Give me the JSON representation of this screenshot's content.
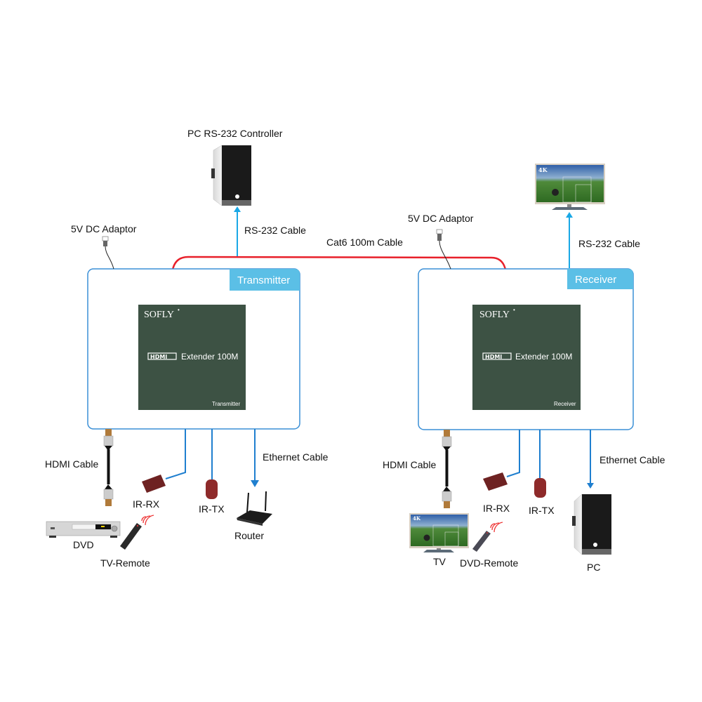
{
  "colors": {
    "box_border": "#3a8fd6",
    "tab_fill": "#5bbfe6",
    "panel_fill": "#3d5244",
    "cat6_cable": "#e8202a",
    "rs232_arrow": "#1aa8e6",
    "blue_cable": "#1f7fcf",
    "ir_device": "#7a2424"
  },
  "transmitter": {
    "tab_label": "Transmitter",
    "panel": {
      "brand": "SOFLY",
      "hdmi_logo": "HDMI",
      "product": "Extender 100M",
      "unit_label": "Transmitter"
    }
  },
  "receiver": {
    "tab_label": "Receiver",
    "panel": {
      "brand": "SOFLY",
      "hdmi_logo": "HDMI",
      "product": "Extender 100M",
      "unit_label": "Receiver"
    }
  },
  "labels": {
    "pc_rs232_controller": "PC RS-232 Controller",
    "tx_dc_adaptor": "5V DC Adaptor",
    "tx_rs232_cable": "RS-232 Cable",
    "cat6_cable": "Cat6 100m Cable",
    "rx_dc_adaptor": "5V DC Adaptor",
    "rx_rs232_cable": "RS-232 Cable",
    "tx_hdmi_cable": "HDMI Cable",
    "tx_ir_rx": "IR-RX",
    "tx_ir_tx": "IR-TX",
    "tx_ethernet_cable": "Ethernet Cable",
    "router": "Router",
    "dvd": "DVD",
    "tv_remote": "TV-Remote",
    "rx_hdmi_cable": "HDMI Cable",
    "rx_ir_rx": "IR-RX",
    "rx_ir_tx": "IR-TX",
    "rx_ethernet_cable": "Ethernet Cable",
    "tv": "TV",
    "dvd_remote": "DVD-Remote",
    "pc": "PC",
    "tv_badge": "4K"
  }
}
